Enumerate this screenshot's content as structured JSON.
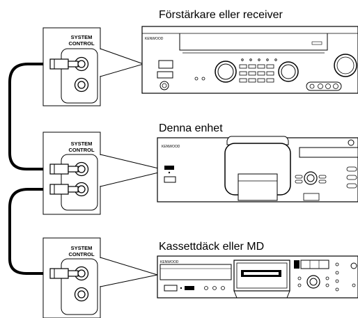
{
  "labels": {
    "top_device": "Förstärkare eller receiver",
    "middle_device": "Denna enhet",
    "bottom_device": "Kassettdäck eller MD"
  },
  "panels": [
    {
      "line1": "SYSTEM",
      "line2": "CONTROL"
    },
    {
      "line1": "SYSTEM",
      "line2": "CONTROL"
    },
    {
      "line1": "SYSTEM",
      "line2": "CONTROL"
    }
  ],
  "brand": "KENWOOD"
}
